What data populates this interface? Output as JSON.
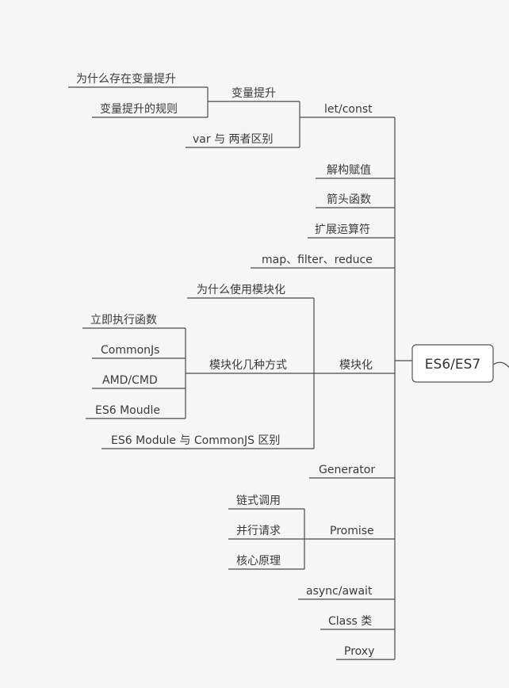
{
  "root": {
    "label": "ES6/ES7"
  },
  "branches": {
    "let_const": "let/const",
    "hoisting": "变量提升",
    "why_hoisting": "为什么存在变量提升",
    "hoisting_rules": "变量提升的规则",
    "var_diff": "var 与 两者区别",
    "destructuring": "解构赋值",
    "arrow_functions": "箭头函数",
    "spread_operator": "扩展运算符",
    "map_filter_reduce": "map、filter、reduce",
    "why_modules": "为什么使用模块化",
    "iife": "立即执行函数",
    "commonjs": "CommonJs",
    "amd_cmd": "AMD/CMD",
    "es6_moudle": "ES6 Moudle",
    "module_ways": "模块化几种方式",
    "modularization": "模块化",
    "module_vs_commonjs": "ES6 Module 与 CommonJS 区别",
    "generator": "Generator",
    "chaining": "链式调用",
    "parallel": "并行请求",
    "core_principle": "核心原理",
    "promise": "Promise",
    "async_await": "async/await",
    "class": "Class 类",
    "proxy": "Proxy"
  }
}
